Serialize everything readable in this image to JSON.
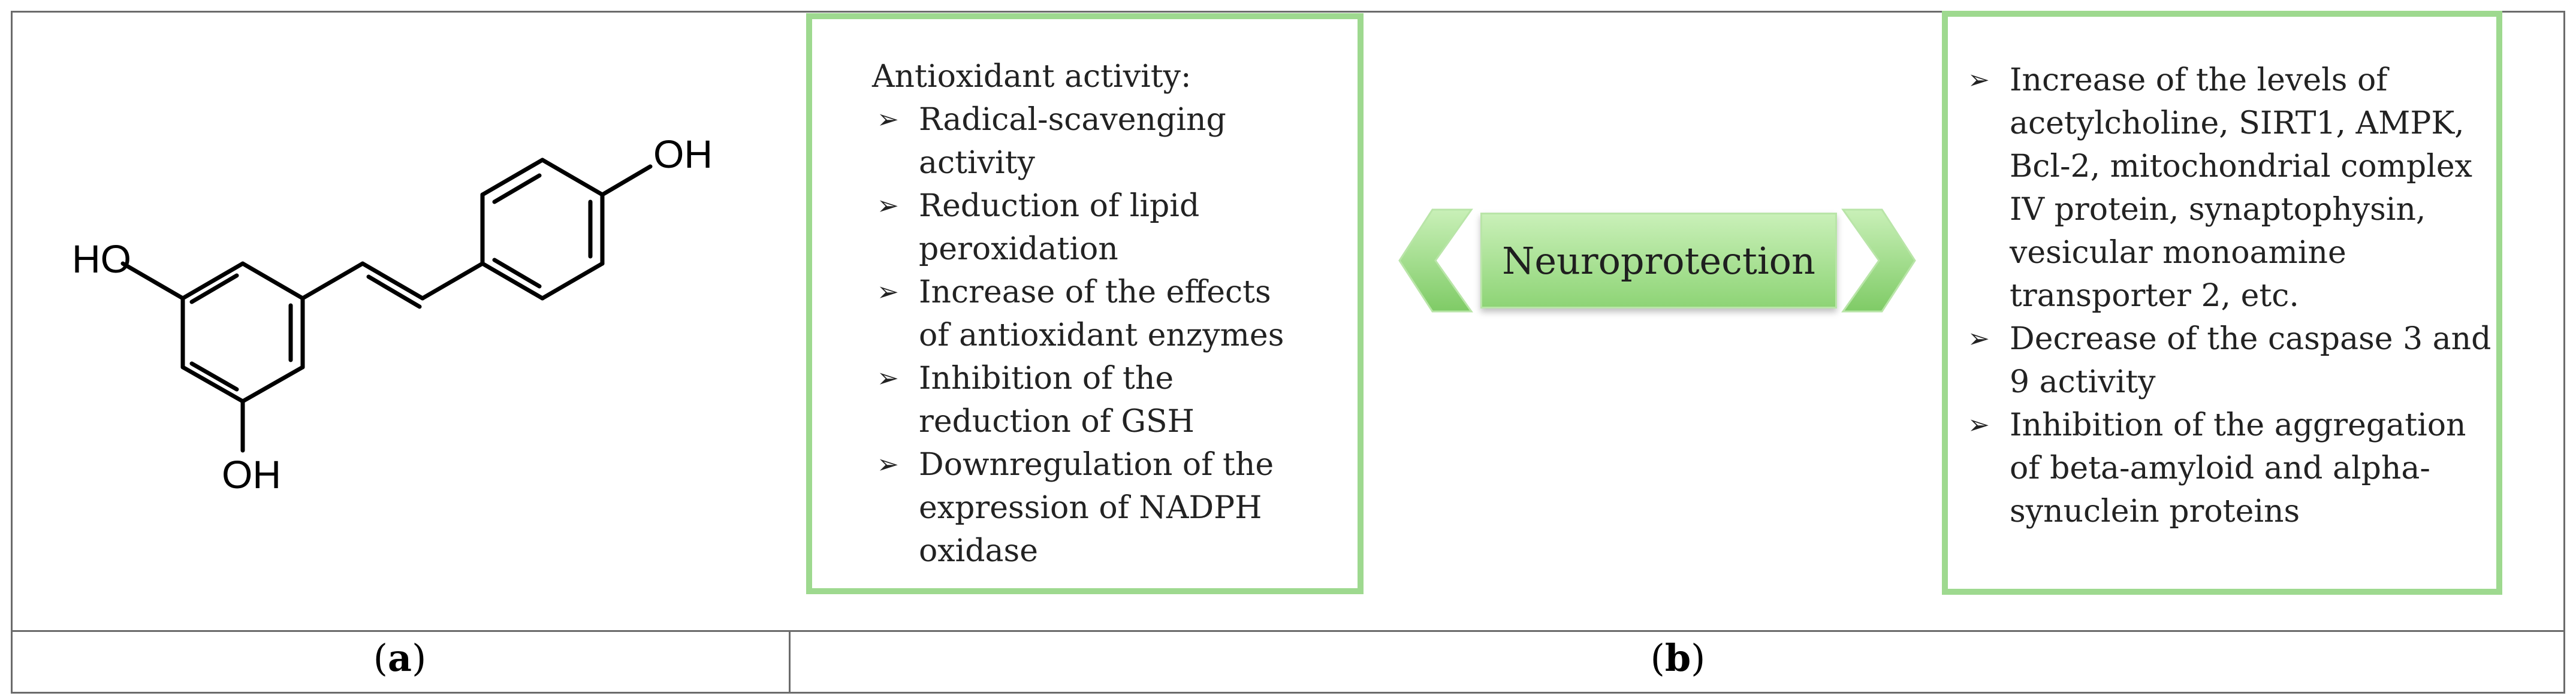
{
  "molecule": {
    "labels": {
      "oh_top": "OH",
      "oh_left": "HO",
      "oh_bottom": "OH"
    }
  },
  "left_box": {
    "title": "Antioxidant activity:",
    "items": [
      {
        "lines": [
          "Radical-scavenging",
          "activity"
        ]
      },
      {
        "lines": [
          "Reduction of lipid",
          "peroxidation"
        ]
      },
      {
        "lines": [
          "Increase of the effects",
          "of antioxidant enzymes"
        ]
      },
      {
        "lines": [
          "Inhibition of the",
          "reduction of GSH"
        ]
      },
      {
        "lines": [
          "Downregulation of the",
          "expression of NADPH",
          "oxidase"
        ]
      }
    ]
  },
  "center": {
    "label": "Neuroprotection"
  },
  "right_box": {
    "items": [
      {
        "lines": [
          "Increase of the levels of",
          "acetylcholine, SIRT1, AMPK,",
          "Bcl-2, mitochondrial complex",
          "IV protein, synaptophysin,",
          "vesicular monoamine",
          "transporter 2, etc."
        ]
      },
      {
        "lines": [
          "Decrease of the caspase 3 and",
          "9 activity"
        ]
      },
      {
        "lines": [
          "Inhibition of the aggregation",
          "of beta-amyloid and alpha-",
          "synuclein proteins"
        ]
      }
    ]
  },
  "captions": {
    "a": "a",
    "b": "b"
  },
  "colors": {
    "box_border": "#9ed98f",
    "label_fill": "#8ed476",
    "frame": "#6b6b6b"
  },
  "bullet_glyph": "➢"
}
